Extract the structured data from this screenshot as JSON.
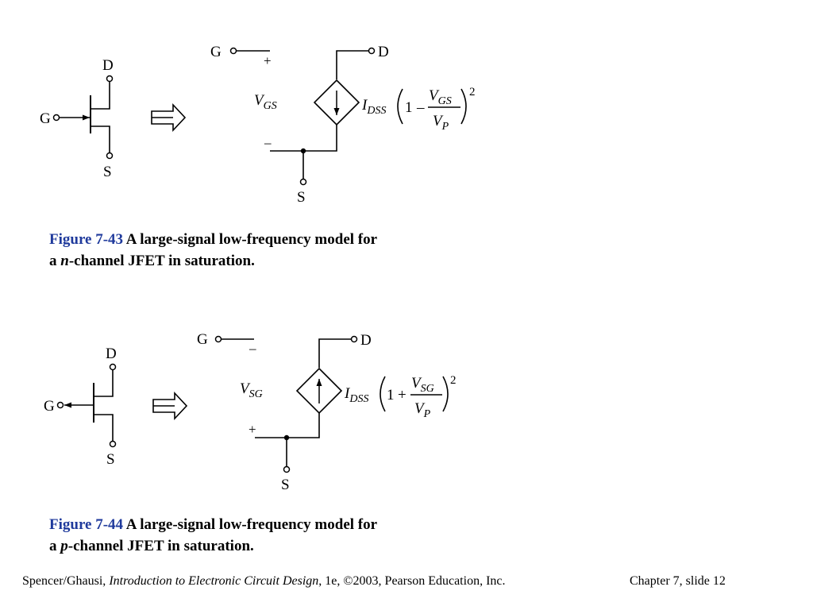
{
  "figure_1": {
    "jfet": {
      "drain": "D",
      "gate": "G",
      "source": "S"
    },
    "model": {
      "gate": "G",
      "drain": "D",
      "source": "S",
      "plus": "+",
      "minus": "–",
      "voltage": {
        "main": "V",
        "sub": "GS"
      },
      "current": {
        "main": "I",
        "sub": "DSS"
      },
      "formula": {
        "one": "1",
        "op": "–",
        "num_main": "V",
        "num_sub": "GS",
        "den_main": "V",
        "den_sub": "P",
        "exponent": "2"
      }
    },
    "caption": {
      "fig_label": "Figure 7-43",
      "line1_text": "A large-signal low-frequency model for",
      "line2_pre": "a ",
      "line2_italic": "n",
      "line2_post": "-channel JFET in saturation."
    }
  },
  "figure_2": {
    "jfet": {
      "drain": "D",
      "gate": "G",
      "source": "S"
    },
    "model": {
      "gate": "G",
      "drain": "D",
      "source": "S",
      "top_sign": "–",
      "bottom_sign": "+",
      "voltage": {
        "main": "V",
        "sub": "SG"
      },
      "current": {
        "main": "I",
        "sub": "DSS"
      },
      "formula": {
        "one": "1",
        "op": "+",
        "num_main": "V",
        "num_sub": "SG",
        "den_main": "V",
        "den_sub": "P",
        "exponent": "2"
      }
    },
    "caption": {
      "fig_label": "Figure 7-44",
      "line1_text": "A large-signal low-frequency model for",
      "line2_pre": "a ",
      "line2_italic": "p",
      "line2_post": "-channel JFET in saturation."
    }
  },
  "footer": {
    "authors": "Spencer/Ghausi, ",
    "book_title": "Introduction to Electronic Circuit Design",
    "edition": ", 1e, ©2003, Pearson Education, Inc.",
    "chapter_slide": "Chapter 7, slide 12"
  }
}
